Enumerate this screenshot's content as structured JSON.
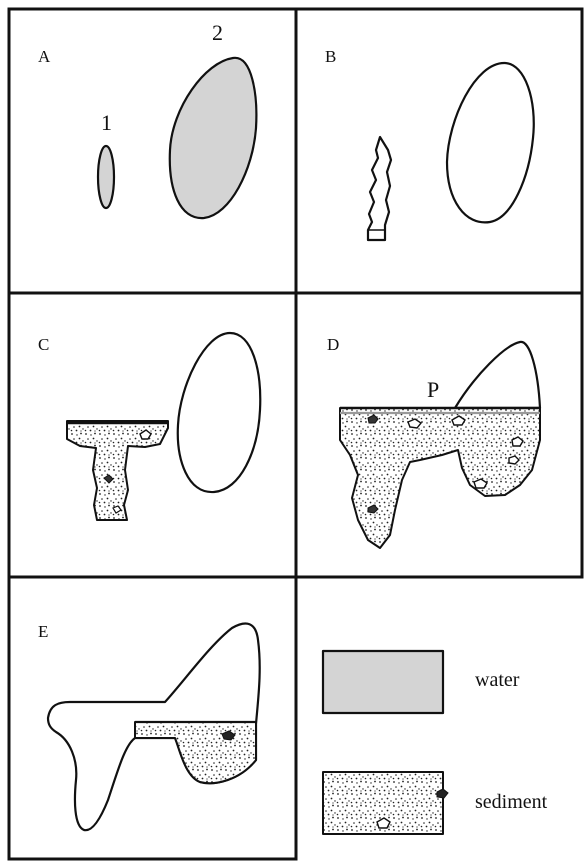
{
  "panels": {
    "a": {
      "label": "A",
      "cave_1": "1",
      "cave_2": "2"
    },
    "b": {
      "label": "B"
    },
    "c": {
      "label": "C"
    },
    "d": {
      "label": "D",
      "marker": "P"
    },
    "e": {
      "label": "E"
    }
  },
  "legend": {
    "water": "water",
    "sediment": "sediment"
  },
  "colors": {
    "water_fill": "#d4d4d4",
    "outline": "#111111",
    "sediment_dot": "#222222"
  }
}
